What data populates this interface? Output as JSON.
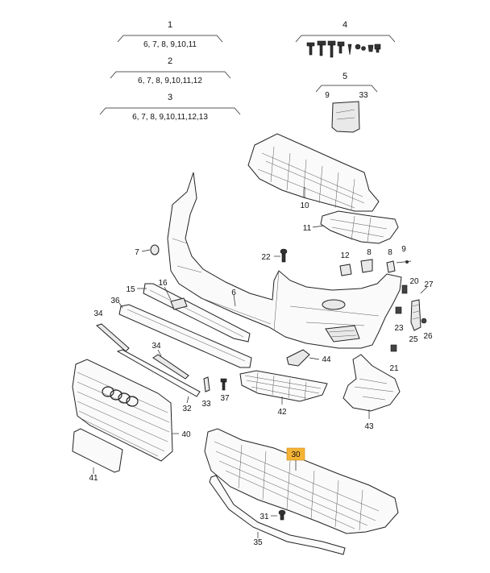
{
  "groups": [
    {
      "number": "1",
      "items": "6, 7, 8, 9,10,11"
    },
    {
      "number": "2",
      "items": "6, 7, 8, 9,10,11,12"
    },
    {
      "number": "3",
      "items": "6, 7, 8, 9,10,11,12,13"
    },
    {
      "number": "4",
      "items": ""
    },
    {
      "number": "5",
      "items_left": "9",
      "items_right": "33"
    }
  ],
  "callouts": {
    "c6": "6",
    "c7": "7",
    "c8": "8",
    "c9": "9",
    "c10": "10",
    "c11": "11",
    "c12": "12",
    "c15": "15",
    "c16": "16",
    "c20": "20",
    "c21": "21",
    "c22": "22",
    "c23": "23",
    "c25": "25",
    "c26": "26",
    "c27": "27",
    "c30": "30",
    "c31": "31",
    "c32": "32",
    "c33": "33",
    "c34a": "34",
    "c34b": "34",
    "c35": "35",
    "c36": "36",
    "c37": "37",
    "c40": "40",
    "c41": "41",
    "c42": "42",
    "c43": "43",
    "c44": "44"
  },
  "highlight": {
    "callout": "30",
    "color": "#f5b335"
  }
}
